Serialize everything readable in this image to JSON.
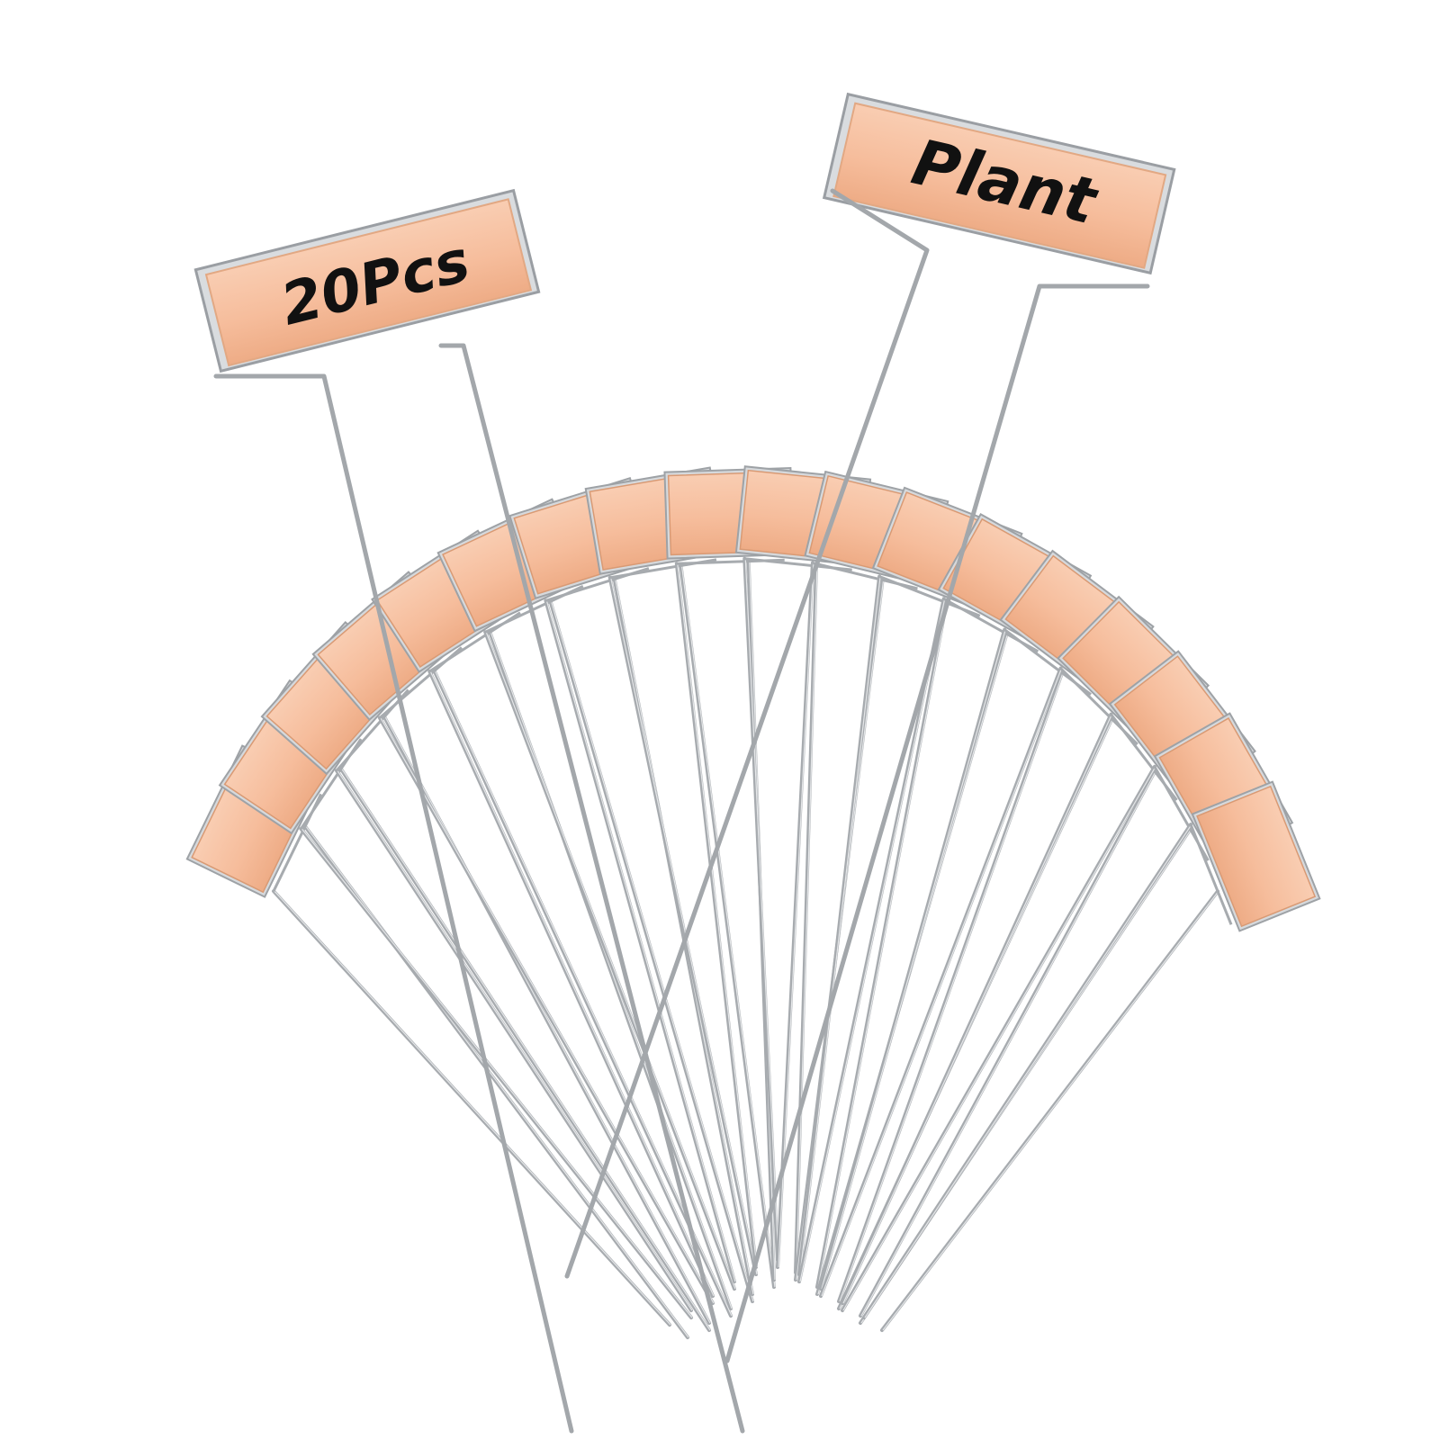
{
  "product": {
    "quantity_text": "20Pcs",
    "label_text": "Plant",
    "tag_count": 20
  },
  "colors": {
    "tag_fill": "#f7c2a2",
    "tag_shade": "#e9a982",
    "tag_edge": "#d99a74",
    "wire": "#a7abaf",
    "wire_highlight": "#e4e6e8",
    "background": "#ffffff"
  }
}
